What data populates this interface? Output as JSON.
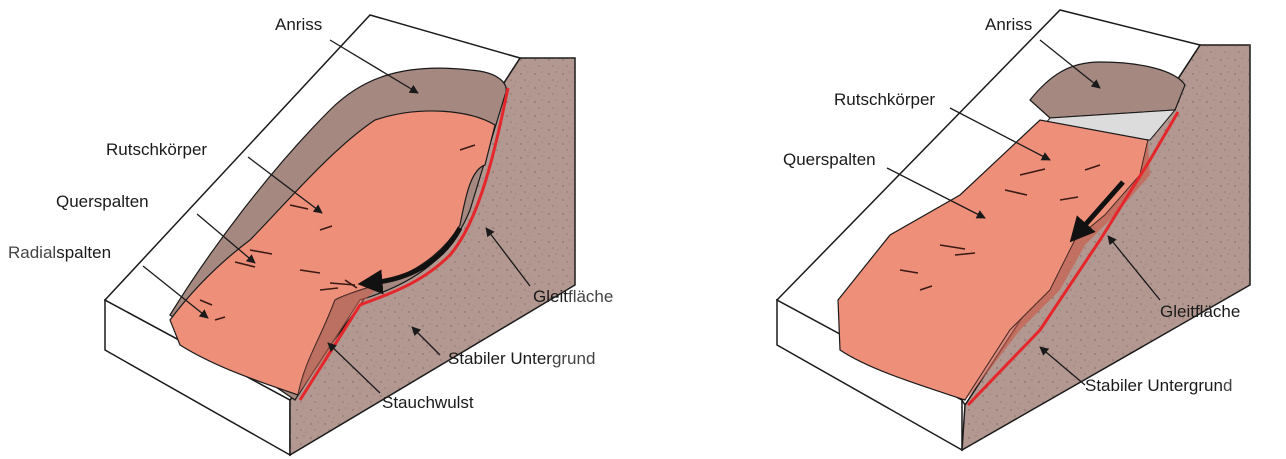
{
  "diagrams": [
    {
      "id": "rotational",
      "labels": {
        "anriss": "Anriss",
        "rutschkoerper": "Rutschkörper",
        "querspalten": "Querspalten",
        "radialspalten_part1": "Radial",
        "radialspalten_part2": "spalten",
        "gleitflaeche_part1": "Gleit",
        "gleitflaeche_part2": "fläche",
        "stabiler_part1": "Stabiler Unter",
        "stabiler_part2": "grund",
        "stauchwulst": "Stauchwulst"
      }
    },
    {
      "id": "translational",
      "labels": {
        "anriss": "Anriss",
        "rutschkoerper": "Rutschkörper",
        "querspalten": "Querspalten",
        "gleitflaeche": "Gleitfläche",
        "stabiler_part1": "Stabiler Untergrun",
        "stabiler_part2": "d"
      }
    }
  ],
  "colors": {
    "slide_body": "#ee8f7a",
    "slide_shadow": "#c9604f",
    "bedrock": "#b29891",
    "bedrock_dark": "#9a7f78",
    "slip_surface": "#e5262b",
    "outline": "#1a1a1a"
  }
}
